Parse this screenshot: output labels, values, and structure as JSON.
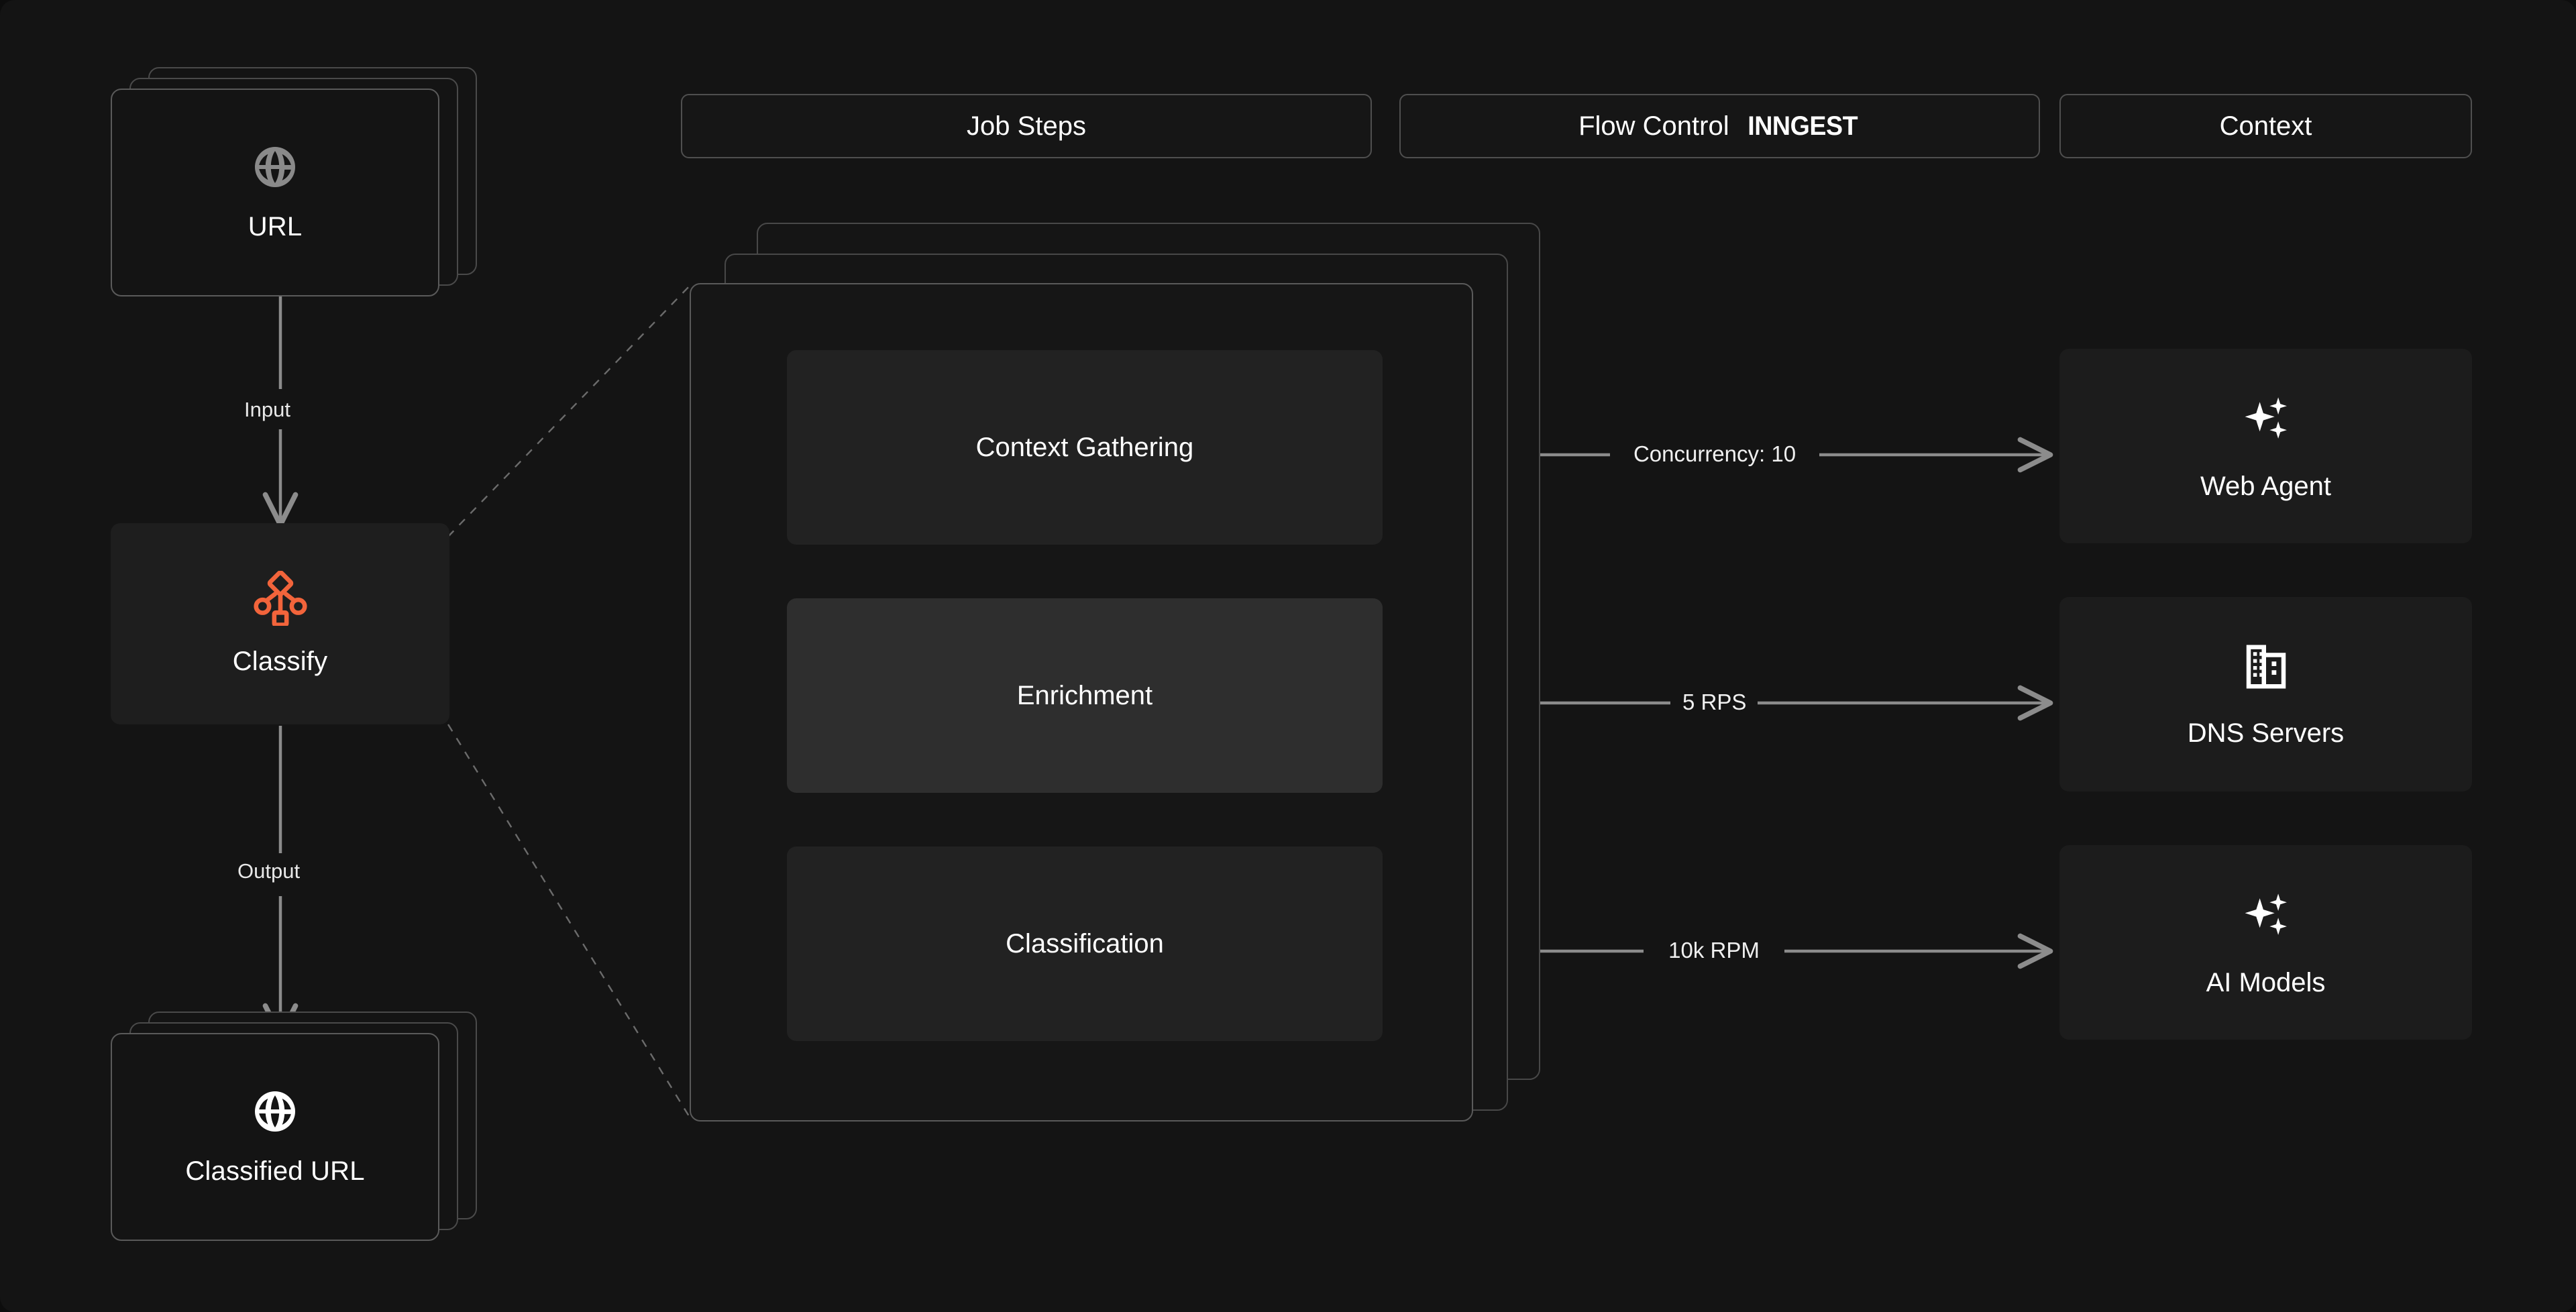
{
  "page": {
    "background": "#141414",
    "accent": "#F2643B",
    "border": "#4f4f4f"
  },
  "header": {
    "tabs": [
      {
        "label": "Job Steps",
        "brand": ""
      },
      {
        "label": "Flow Control",
        "brand": "INNGEST"
      },
      {
        "label": "Context",
        "brand": ""
      }
    ]
  },
  "pipeline": {
    "input_node": {
      "label": "URL",
      "icon": "globe-icon"
    },
    "input_edge_label": "Input",
    "process_node": {
      "label": "Classify",
      "icon": "workflow-branch-icon",
      "icon_color": "#F2643B"
    },
    "output_edge_label": "Output",
    "output_node": {
      "label": "Classified URL",
      "icon": "globe-icon"
    }
  },
  "job_steps": {
    "steps": [
      {
        "label": "Context Gathering",
        "active": false
      },
      {
        "label": "Enrichment",
        "active": true
      },
      {
        "label": "Classification",
        "active": false
      }
    ]
  },
  "flow_control": {
    "connections": [
      {
        "label": "Concurrency: 10",
        "from": "Context Gathering",
        "to": "Web Agent"
      },
      {
        "label": "5 RPS",
        "from": "Enrichment",
        "to": "DNS Servers"
      },
      {
        "label": "10k RPM",
        "from": "Classification",
        "to": "AI Models"
      }
    ]
  },
  "context": {
    "resources": [
      {
        "label": "Web Agent",
        "icon": "sparkles-icon"
      },
      {
        "label": "DNS Servers",
        "icon": "office-building-icon"
      },
      {
        "label": "AI Models",
        "icon": "sparkles-icon"
      }
    ]
  }
}
